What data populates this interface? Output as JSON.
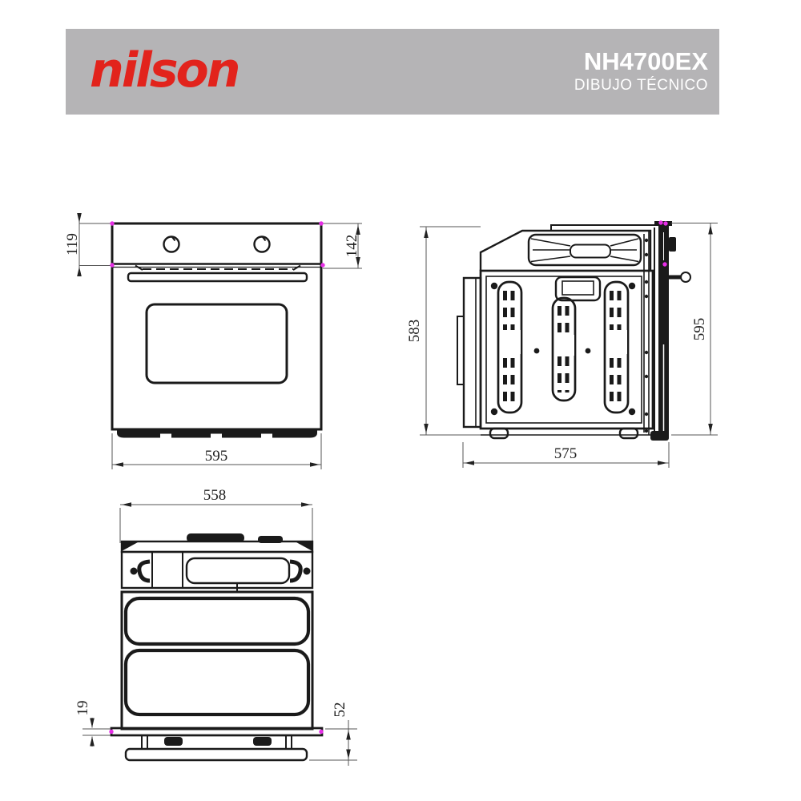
{
  "header": {
    "brand": "nilson",
    "model": "NH4700EX",
    "subtitle": "DIBUJO TÉCNICO"
  },
  "colors": {
    "brand-red": "#e2231c",
    "header-gray": "#b5b4b6",
    "header-text": "#ffffff",
    "line-dark": "#1a1a1a",
    "line-thin": "#555555",
    "snap-magenta": "#e62ee6"
  },
  "views": {
    "front": {
      "control_panel_height": "119",
      "front_top_height": "142",
      "width": "595"
    },
    "side": {
      "body_height": "583",
      "front_height": "595",
      "depth": "575"
    },
    "top": {
      "width": "558",
      "front_frame_thickness": "19",
      "handle_protrusion": "52"
    }
  }
}
